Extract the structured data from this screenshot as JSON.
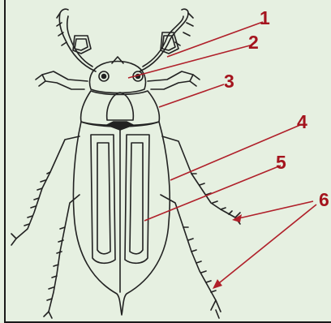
{
  "labels": {
    "l1": "1",
    "l2": "2",
    "l3": "3",
    "l4": "4",
    "l5": "5",
    "l6": "6"
  },
  "colors": {
    "background": "#e6f0e1",
    "frame": "#1a1a1a",
    "ink": "#222222",
    "leader": "#b0202a",
    "label": "#a4141e"
  }
}
